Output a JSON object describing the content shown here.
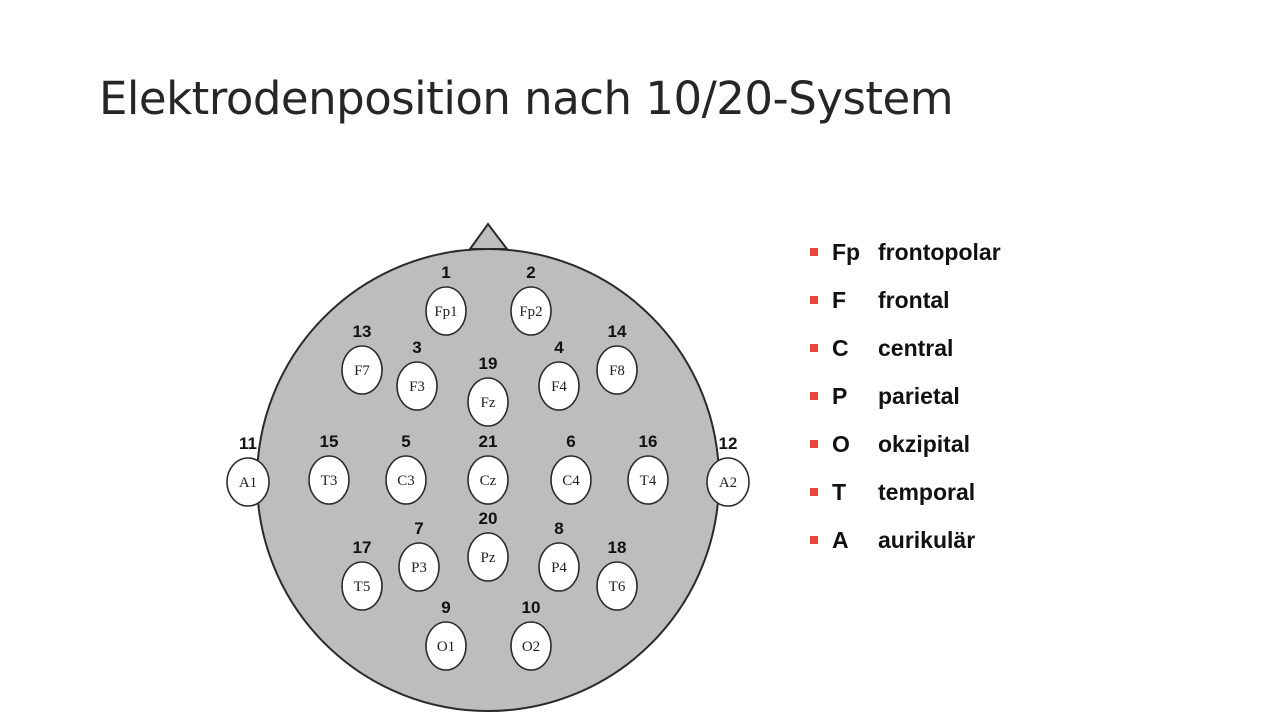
{
  "slide": {
    "title": "Elektrodenposition nach 10/20-System"
  },
  "colors": {
    "head_fill": "#bdbdbd",
    "outline": "#2a2a2a",
    "electrode_fill": "#ffffff",
    "bullet": "#e8483a",
    "title_text": "#262626"
  },
  "diagram": {
    "electrodes": [
      {
        "number": "1",
        "label": "Fp1"
      },
      {
        "number": "2",
        "label": "Fp2"
      },
      {
        "number": "13",
        "label": "F7"
      },
      {
        "number": "3",
        "label": "F3"
      },
      {
        "number": "19",
        "label": "Fz"
      },
      {
        "number": "4",
        "label": "F4"
      },
      {
        "number": "14",
        "label": "F8"
      },
      {
        "number": "11",
        "label": "A1"
      },
      {
        "number": "15",
        "label": "T3"
      },
      {
        "number": "5",
        "label": "C3"
      },
      {
        "number": "21",
        "label": "Cz"
      },
      {
        "number": "6",
        "label": "C4"
      },
      {
        "number": "16",
        "label": "T4"
      },
      {
        "number": "12",
        "label": "A2"
      },
      {
        "number": "17",
        "label": "T5"
      },
      {
        "number": "7",
        "label": "P3"
      },
      {
        "number": "20",
        "label": "Pz"
      },
      {
        "number": "8",
        "label": "P4"
      },
      {
        "number": "18",
        "label": "T6"
      },
      {
        "number": "9",
        "label": "O1"
      },
      {
        "number": "10",
        "label": "O2"
      }
    ]
  },
  "legend": {
    "bullet_icon": "square-bullet-icon",
    "items": [
      {
        "code": "Fp",
        "term": "frontopolar"
      },
      {
        "code": "F",
        "term": "frontal"
      },
      {
        "code": "C",
        "term": "central"
      },
      {
        "code": "P",
        "term": "parietal"
      },
      {
        "code": "O",
        "term": "okzipital"
      },
      {
        "code": "T",
        "term": "temporal"
      },
      {
        "code": "A",
        "term": "aurikulär"
      }
    ]
  }
}
